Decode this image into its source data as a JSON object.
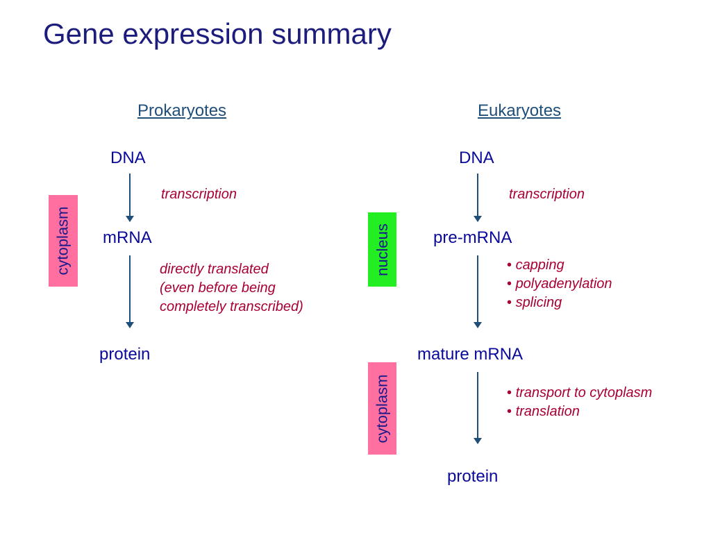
{
  "title": "Gene expression summary",
  "colors": {
    "title": "#1c1c7c",
    "heading": "#1f4e79",
    "node": "#0a0a9a",
    "note": "#a80032",
    "arrow": "#1f4e79",
    "cytoplasm_box": "#ff6f9f",
    "nucleus_box": "#22ee22"
  },
  "prokaryotes": {
    "heading": "Prokaryotes",
    "region": "cytoplasm",
    "nodes": [
      "DNA",
      "mRNA",
      "protein"
    ],
    "steps": [
      {
        "notes": [
          "transcription"
        ]
      },
      {
        "notes": [
          "directly translated",
          "(even before being",
          "completely transcribed)"
        ]
      }
    ]
  },
  "eukaryotes": {
    "heading": "Eukaryotes",
    "regions": [
      "nucleus",
      "cytoplasm"
    ],
    "nodes": [
      "DNA",
      "pre-mRNA",
      "mature mRNA",
      "protein"
    ],
    "steps": [
      {
        "notes": [
          "transcription"
        ]
      },
      {
        "bullets": [
          "capping",
          "polyadenylation",
          "splicing"
        ]
      },
      {
        "bullets": [
          "transport to cytoplasm",
          "translation"
        ]
      }
    ]
  }
}
